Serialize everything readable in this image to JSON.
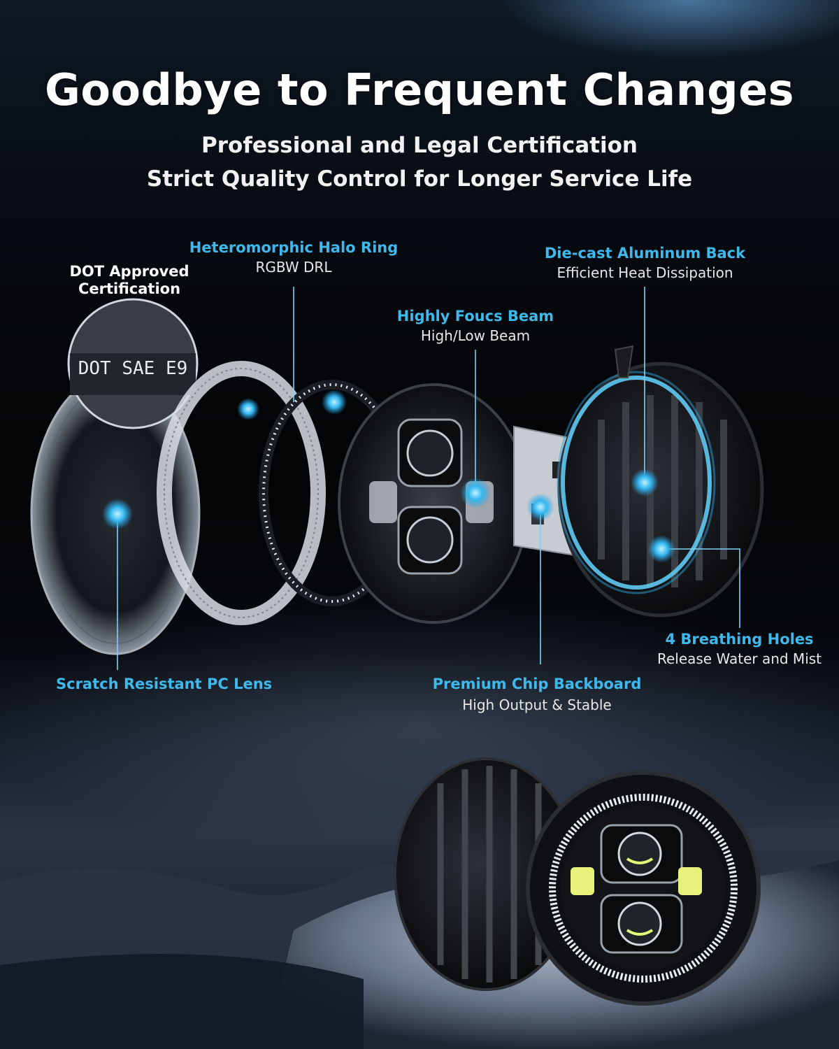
{
  "header": {
    "title": "Goodbye to Frequent Changes",
    "subtitle_line1": "Professional and Legal Certification",
    "subtitle_line2": "Strict Quality Control for Longer Service Life"
  },
  "callouts": {
    "dot": {
      "line1": "DOT Approved",
      "line2": "Certification",
      "stamp": "DOT SAE E9"
    },
    "halo": {
      "title": "Heteromorphic Halo Ring",
      "detail": "RGBW DRL"
    },
    "beam": {
      "title": "Highly Foucs Beam",
      "detail": "High/Low Beam"
    },
    "back": {
      "title": "Die-cast Aluminum Back",
      "detail": "Efficient Heat Dissipation"
    },
    "holes": {
      "title": "4 Breathing Holes",
      "detail": "Release Water and Mist"
    },
    "chip": {
      "title": "Premium Chip Backboard",
      "detail": "High Output & Stable"
    },
    "lens": {
      "title": "Scratch Resistant PC Lens"
    }
  },
  "colors": {
    "accent": "#3fb8ec",
    "glow": "#4fd0ff",
    "background": "#05070b"
  }
}
